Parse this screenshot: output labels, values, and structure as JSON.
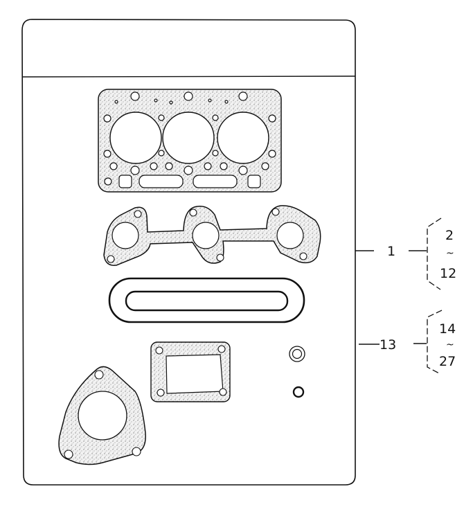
{
  "diagram": {
    "type": "exploded-parts-illustration",
    "subject": "engine gasket kit",
    "colors": {
      "line": "#111111",
      "fill_stipple": "#e9e9e9",
      "background": "#ffffff"
    },
    "callouts": [
      {
        "id": "callout-1",
        "number": "1",
        "range_start": "2",
        "range_tilde": "~",
        "range_end": "12"
      },
      {
        "id": "callout-13",
        "number": "13",
        "range_start": "14",
        "range_tilde": "~",
        "range_end": "27"
      }
    ],
    "parts": [
      {
        "name": "cylinder-head-gasket",
        "cylinders": 3
      },
      {
        "name": "exhaust-manifold-gasket",
        "ports": 3
      },
      {
        "name": "valve-cover-gasket"
      },
      {
        "name": "rectangular-flange-gasket"
      },
      {
        "name": "triangular-flange-gasket"
      },
      {
        "name": "washer-seal"
      },
      {
        "name": "o-ring"
      }
    ]
  }
}
